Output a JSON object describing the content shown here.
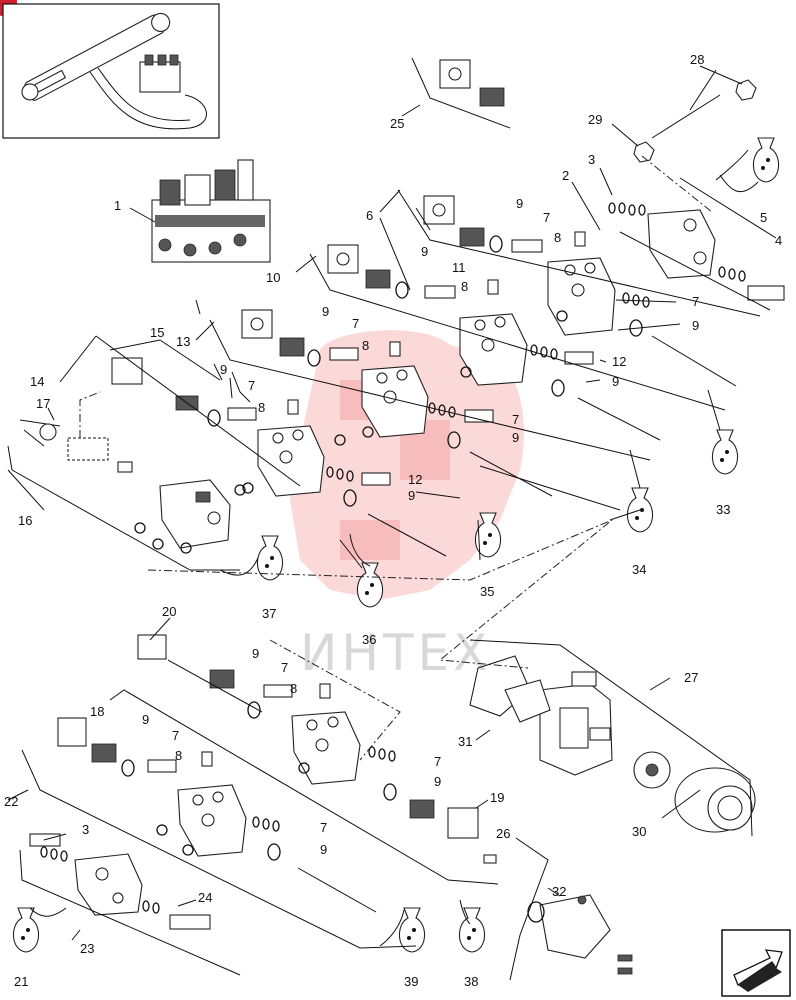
{
  "watermark": "ИНТЕХ",
  "labels": [
    "1",
    "2",
    "3",
    "4",
    "5",
    "6",
    "7",
    "8",
    "9",
    "10",
    "11",
    "12",
    "13",
    "14",
    "15",
    "16",
    "17",
    "18",
    "19",
    "20",
    "21",
    "22",
    "23",
    "24",
    "25",
    "26",
    "27",
    "28",
    "29",
    "30",
    "31",
    "32",
    "33",
    "34",
    "35",
    "36",
    "37",
    "38",
    "39"
  ],
  "colors": {
    "ink": "#111111",
    "logo": "#f3a0a0",
    "badge": "#d21f2f",
    "watermark": "#d8d8d8"
  },
  "icons": [
    "hardware-bag-icon",
    "next-page-arrow-icon",
    "loader-logo-icon"
  ]
}
